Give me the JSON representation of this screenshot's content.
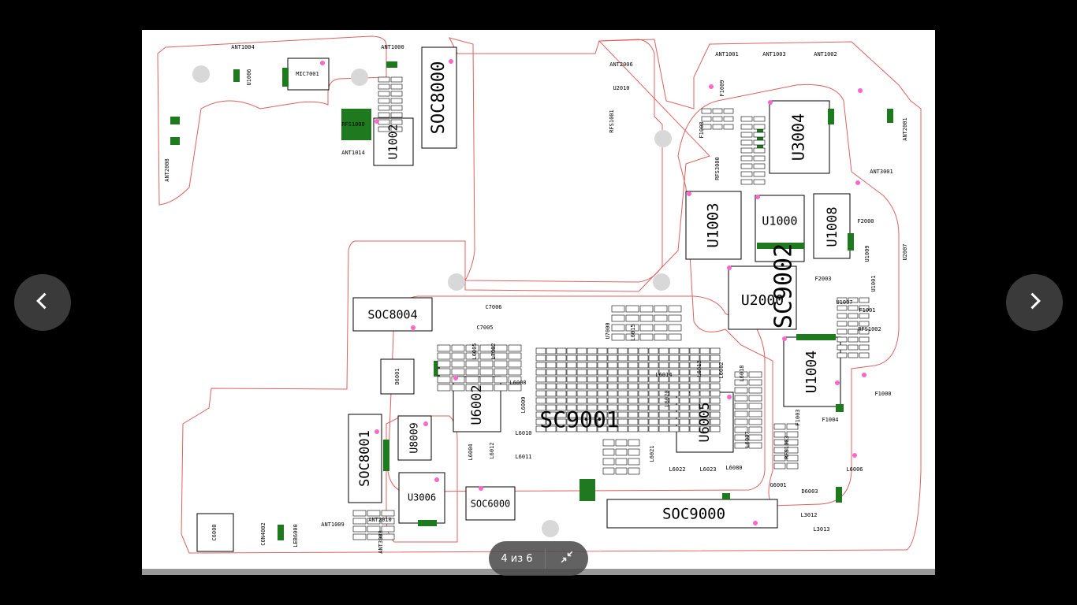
{
  "viewer": {
    "page_indicator": "4 из 6",
    "prev_icon": "chevron-left-icon",
    "next_icon": "chevron-right-icon",
    "collapse_icon": "collapse-icon"
  },
  "colors": {
    "background": "#000000",
    "board": "#ffffff",
    "outline": "#e06060",
    "pad": "#1f7a1f",
    "mark": "#ff66cc",
    "nav": "#3a3a3a"
  },
  "board": {
    "large_labels": [
      "SOC8000",
      "SOC8004",
      "SOC8001",
      "SOC6000",
      "SOC9000",
      "SC9001",
      "SC9002",
      "U3004",
      "U1003",
      "U1000",
      "U1008",
      "U2000",
      "U1004",
      "U1002",
      "U6002",
      "U6005",
      "U8009",
      "U3006"
    ],
    "small_labels": [
      "ANT1004",
      "ANT1000",
      "ANT1001",
      "ANT1003",
      "ANT1002",
      "MIC7001",
      "U1006",
      "RFS1000",
      "ANT1014",
      "ANT2008",
      "ANT2006",
      "U2010",
      "RFS1001",
      "F1009",
      "F1008",
      "RFS3000",
      "ANT3001",
      "ANT2001",
      "U2007",
      "U1009",
      "F2000",
      "U1001",
      "U1007",
      "F2003",
      "F1001",
      "RFS1002",
      "F1000",
      "F1004",
      "F1003",
      "RFS1003",
      "L6006",
      "L6008",
      "L6009",
      "L6010",
      "L6011",
      "L6012",
      "L6004",
      "L6005",
      "L7002",
      "U7000",
      "L6015",
      "L6014",
      "L6013",
      "L6002",
      "L6018",
      "L6020",
      "L6021",
      "L6022",
      "L6023",
      "L6080",
      "L6007",
      "G6001",
      "D6003",
      "L3012",
      "L3013",
      "ANT2010",
      "ANT3000",
      "ANT1009",
      "CON4002",
      "LEB6000",
      "C6000",
      "D6001",
      "C7006",
      "C7005"
    ]
  }
}
